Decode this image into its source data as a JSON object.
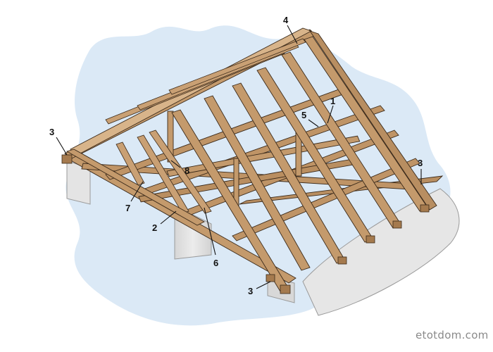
{
  "colors": {
    "background_blob": "#dbe9f6",
    "timber": "#c49a6c",
    "timber_dark": "#8f6a43",
    "timber_light": "#d8b48a",
    "wall": "#e6e6e6",
    "wall_shade": "#cfcfcf",
    "outline": "#3b2a1a",
    "label": "#111111",
    "watermark": "#8a8a8a"
  },
  "callouts": [
    {
      "id": "1",
      "text": "1"
    },
    {
      "id": "2",
      "text": "2"
    },
    {
      "id": "3a",
      "text": "3"
    },
    {
      "id": "3b",
      "text": "3"
    },
    {
      "id": "3c",
      "text": "3"
    },
    {
      "id": "4",
      "text": "4"
    },
    {
      "id": "5",
      "text": "5"
    },
    {
      "id": "6",
      "text": "6"
    },
    {
      "id": "7",
      "text": "7"
    },
    {
      "id": "8",
      "text": "8"
    }
  ],
  "watermark": "etotdom.com"
}
